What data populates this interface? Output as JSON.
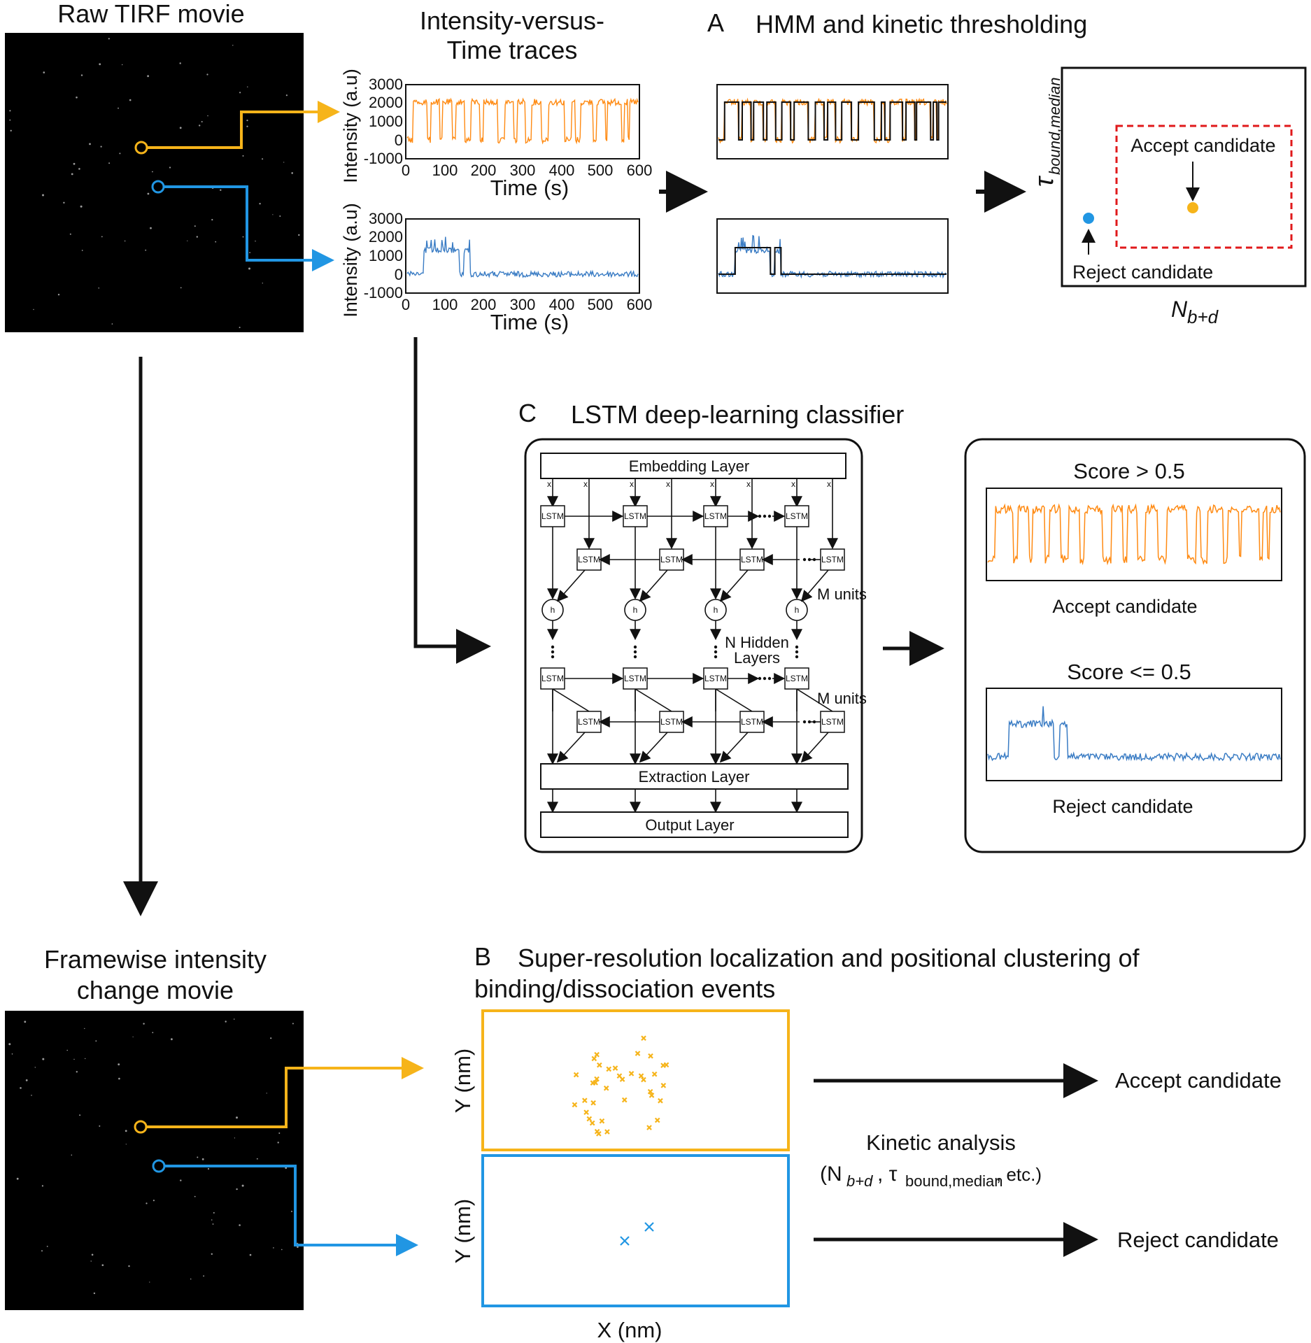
{
  "colors": {
    "orange": "#ff8a12",
    "blue": "#3a7cc4",
    "gold": "#f6b41a",
    "sky": "#2196e3",
    "red": "#e0191b"
  },
  "raw_movie": {
    "title": "Raw TIRF movie"
  },
  "traces": {
    "title_line1": "Intensity-versus-",
    "title_line2": "Time traces",
    "ylabel": "Intensity (a.u)",
    "xlabel": "Time (s)",
    "yticks": [
      "3000",
      "2000",
      "1000",
      "0",
      "-1000"
    ],
    "xticks": [
      "0",
      "100",
      "200",
      "300",
      "400",
      "500",
      "600"
    ]
  },
  "panel_a": {
    "letter": "A",
    "title": "HMM and kinetic thresholding",
    "scatter": {
      "ylabel_main": "τ",
      "ylabel_sub": "bound,median",
      "xlabel_main": "N",
      "xlabel_sub": "b+d",
      "accept_label": "Accept candidate",
      "reject_label": "Reject candidate"
    }
  },
  "panel_c": {
    "letter": "C",
    "title": "LSTM deep-learning classifier",
    "network": {
      "embedding": "Embedding Layer",
      "extraction": "Extraction Layer",
      "output": "Output Layer",
      "cell": "LSTM",
      "m_units": "M units",
      "hidden_line1": "N Hidden",
      "hidden_line2": "Layers",
      "inputs": [
        "x",
        "x",
        "x",
        "x",
        "x",
        "x",
        "x",
        "x"
      ],
      "hidden": [
        "h",
        "h",
        "h",
        "h"
      ]
    },
    "result": {
      "score_high": "Score > 0.5",
      "score_low": "Score <=  0.5",
      "accept_label": "Accept candidate",
      "reject_label": "Reject candidate"
    }
  },
  "framewise": {
    "title_line1": "Framewise intensity",
    "title_line2": "change movie"
  },
  "panel_b": {
    "letter": "B",
    "title_line1": "Super-resolution localization and positional clustering of",
    "title_line2": "binding/dissociation events",
    "ylabel": "Y (nm)",
    "xlabel": "X (nm)",
    "kinetic_title": "Kinetic analysis",
    "kinetic_detail_main": "(N",
    "kinetic_detail_sub1": "b+d",
    "kinetic_detail_mid": ", τ",
    "kinetic_detail_sub2": "bound,median",
    "kinetic_detail_end": ", etc.)",
    "accept_label": "Accept candidate",
    "reject_label": "Reject candidate"
  }
}
